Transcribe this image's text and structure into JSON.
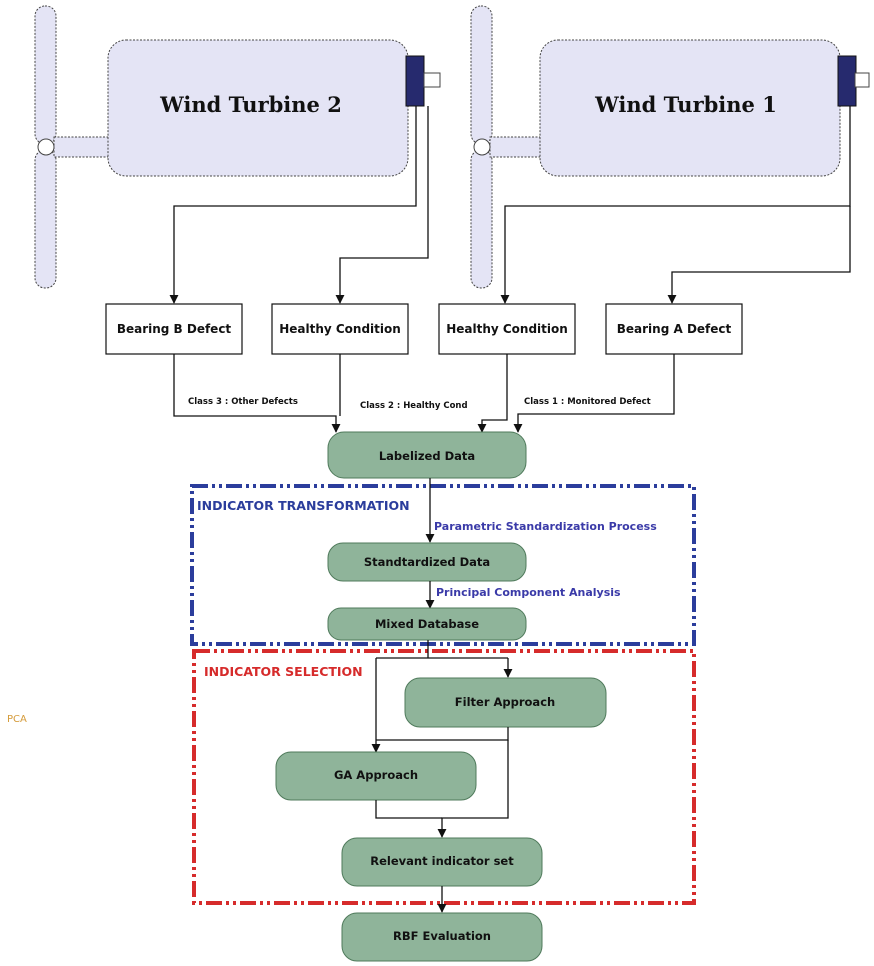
{
  "turbines": {
    "left_title": "Wind Turbine 2",
    "right_title": "Wind Turbine 1"
  },
  "conditions": [
    "Bearing B Defect",
    "Healthy Condition",
    "Healthy Condition",
    "Bearing A Defect"
  ],
  "class_labels": [
    "Class 3 : Other Defects",
    "Class 2 : Healthy Cond",
    "Class 1 : Monitored Defect"
  ],
  "nodes": {
    "labelized": "Labelized Data",
    "standardized": "Standtardized Data",
    "mixed": "Mixed Database",
    "filter": "Filter Approach",
    "ga": "GA Approach",
    "relevant": "Relevant indicator set",
    "rbf": "RBF Evaluation"
  },
  "sections": {
    "transformation": "INDICATOR TRANSFORMATION",
    "selection": "INDICATOR SELECTION"
  },
  "methods": {
    "standardization": "Parametric Standardization Process",
    "pca": "Principal Component Analysis"
  },
  "side_label": "PCA",
  "colors": {
    "housing": "#e4e4f5",
    "hub": "#262a6e",
    "process_box": "#8fb49a",
    "section_blue": "#2b3d9c",
    "section_red": "#d62b2b",
    "side_label": "#d59b3a"
  }
}
